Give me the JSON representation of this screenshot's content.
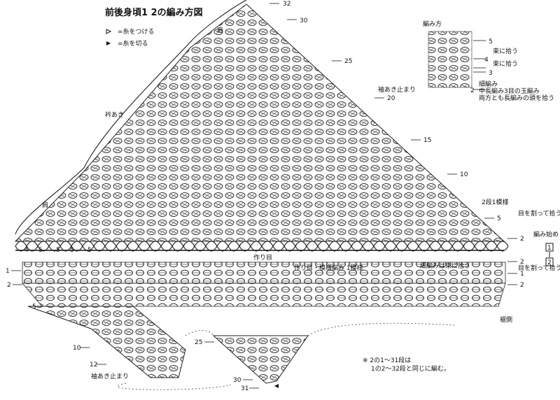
{
  "title": "前後身頃1 2の編み方図",
  "legend": {
    "attach": "=糸をつける",
    "cut": "=糸を切る"
  },
  "stitch_key": {
    "heading": "編み方",
    "rows": [
      "5",
      "4",
      "3",
      "2"
    ],
    "notes": [
      "束に拾う",
      "束に拾う"
    ],
    "bottom": [
      "細編み",
      "中長編み3目の玉編み",
      "両方とも長編みの頭を拾う"
    ]
  },
  "labels": {
    "shoulder_top": "肩",
    "shoulder_left": "肩",
    "neck": "衿あき",
    "armhole_stop": "袖あき止まり",
    "armhole_stop_2": "袖あき止まり",
    "two_row_pattern": "2段1模様",
    "split_1": "目を割って拾う",
    "start": "編み始め",
    "split_2": "目を割って拾う",
    "chain": "作り目",
    "chain_pattern": "作り目・模様編み 1模様",
    "sc_bundle": "細編みは束に拾う",
    "hem": "裾側",
    "note_1": "※ 2の1〜31段は",
    "note_2": "1の2〜32段と同じに編む。",
    "box1": "1",
    "box2": "2"
  },
  "row_numbers_upper": [
    "32",
    "30",
    "25",
    "20",
    "15",
    "10",
    "5",
    "2"
  ],
  "row_numbers_right_lower": [
    "2",
    "1",
    "2"
  ],
  "row_numbers_left": [
    "1",
    "2",
    "5",
    "10",
    "12"
  ],
  "row_numbers_bottom": [
    "25",
    "30",
    "31"
  ],
  "chain_marks": [
    "4",
    "5",
    "5",
    "5",
    "5"
  ]
}
